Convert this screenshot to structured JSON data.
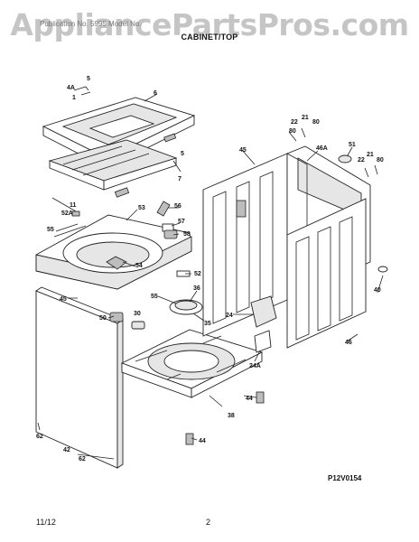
{
  "watermark": "AppliancePartsPros.com",
  "header": {
    "model_line": "Publication No. 5995   Model No.",
    "section_title": "CABINET/TOP"
  },
  "callouts": {
    "c5a": "5",
    "c4a": "4A",
    "c1": "1",
    "c6": "6",
    "c5b": "5",
    "c7": "7",
    "c11": "11",
    "c52a": "52A",
    "c55a": "55",
    "c53": "53",
    "c56": "56",
    "c57": "57",
    "c58": "58",
    "c54": "54",
    "c52": "52",
    "c45a": "45",
    "c55b": "55",
    "c36": "36",
    "c50": "50",
    "c30": "30",
    "c35": "35",
    "c24": "24",
    "c24a": "24A",
    "c45b": "45",
    "c46a": "46A",
    "c22a": "22",
    "c21a": "21",
    "c80a": "80",
    "c80b": "80",
    "c51": "51",
    "c22b": "22",
    "c21b": "21",
    "c80c": "80",
    "c40": "40",
    "c46": "46",
    "c44a": "44",
    "c38": "38",
    "c44b": "44",
    "c62a": "62",
    "c42": "42",
    "c62b": "62"
  },
  "reference_code": "P12V0154",
  "footer": {
    "date": "11/12",
    "page": "2"
  }
}
